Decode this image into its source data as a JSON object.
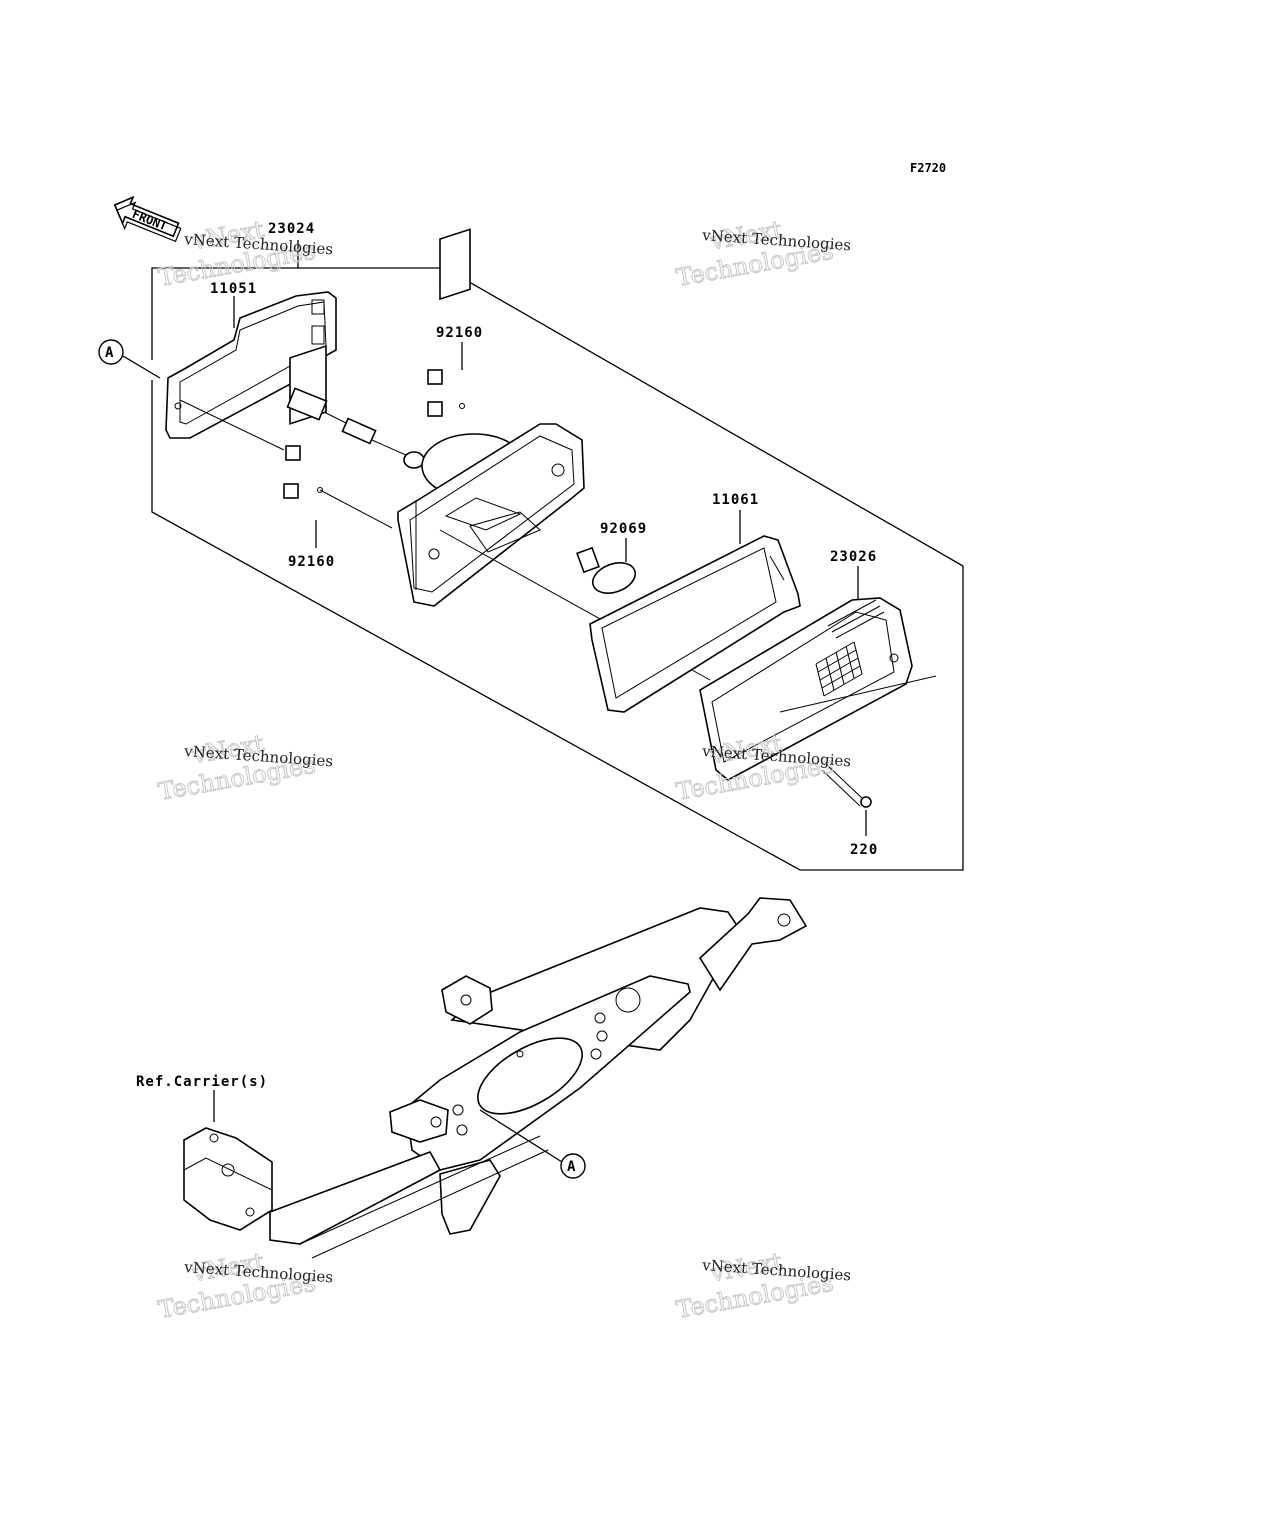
{
  "figure_code": "F2720",
  "front_label": "FRONT",
  "callouts": {
    "ref_a_1": "A",
    "ref_a_2": "A"
  },
  "part_numbers": {
    "p23024": "23024",
    "p11051": "11051",
    "p92160_top": "92160",
    "p92160_bottom": "92160",
    "p11061": "11061",
    "p92069": "92069",
    "p23026": "23026",
    "p220": "220"
  },
  "reference_label": "Ref.Carrier(s)",
  "watermark": {
    "line1": "vNext Technologies",
    "outline_top": "vNext",
    "outline_bottom": "Technologies"
  }
}
